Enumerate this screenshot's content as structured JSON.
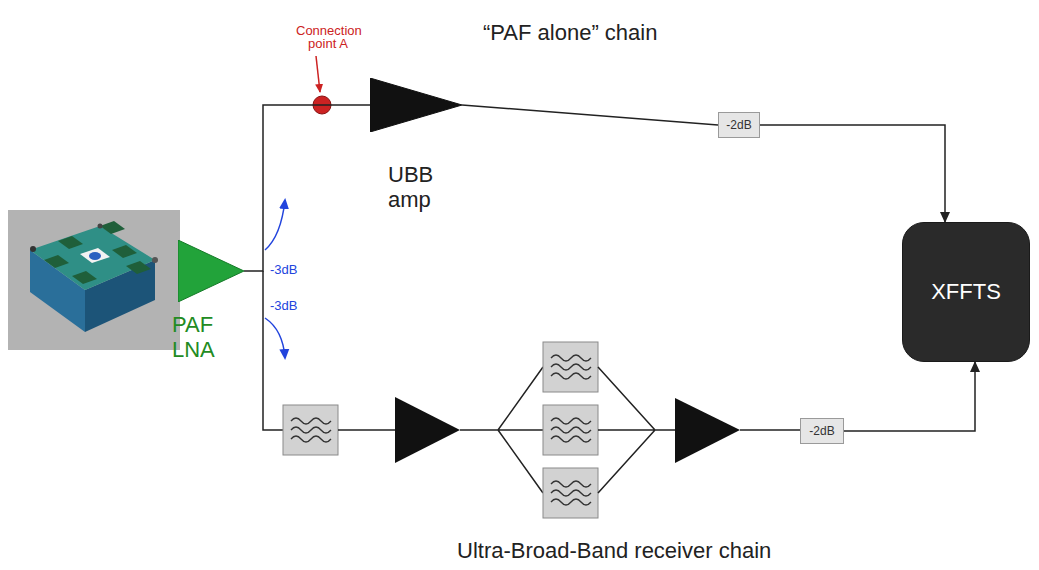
{
  "diagram": {
    "nodes": [
      {
        "text": [
          "PAF LNA"
        ]
      },
      {
        "text": [
          "UBB amp"
        ]
      },
      {
        "text": [
          "-2dB"
        ]
      },
      {
        "text": [
          "-2dB"
        ]
      },
      {
        "text": [
          "XFFTS"
        ]
      }
    ],
    "edges": [
      {
        "from": 0,
        "to": 1,
        "arrow": "none"
      },
      {
        "from": 1,
        "to": 2,
        "arrow": "none"
      },
      {
        "from": 2,
        "to": 4,
        "arrow": "to"
      },
      {
        "from": 3,
        "to": 4,
        "arrow": "to"
      }
    ],
    "labels": [
      "“PAF alone” chain",
      "Connection point A",
      "-3dB",
      "-3dB",
      "Ultra-Broad-Band receiver chain"
    ]
  }
}
